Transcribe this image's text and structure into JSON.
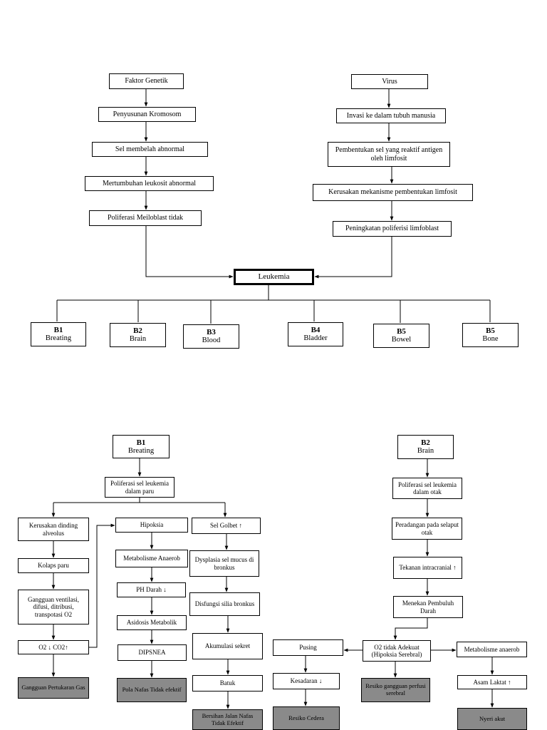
{
  "diagram": {
    "top": {
      "left_chain": [
        "Faktor Genetik",
        "Penyusunan Kromosom",
        "Sel membelah abnormal",
        "Mertumbuhan leukosit abnormal",
        "Poliferasi Meiloblast tidak"
      ],
      "right_chain": [
        "Virus",
        "Invasi ke dalam tubuh manusia",
        "Pembentukan sel yang reaktif antigen oleh limfosit",
        "Kerusakan mekanisme pembentukan limfosit",
        "Peningkatan poliferisi limfoblast"
      ],
      "center": "Leukemia",
      "branches": [
        {
          "code": "B1",
          "label": "Breating"
        },
        {
          "code": "B2",
          "label": "Brain"
        },
        {
          "code": "B3",
          "label": "Blood"
        },
        {
          "code": "B4",
          "label": "Bladder"
        },
        {
          "code": "B5",
          "label": "Bowel"
        },
        {
          "code": "B5",
          "label": "Bone"
        }
      ]
    },
    "b1": {
      "header": {
        "code": "B1",
        "label": "Breating"
      },
      "root": "Poliferasi sel leukemia dalam paru",
      "left_column": [
        "Kerusakan dinding alveolus",
        "Kolaps paru",
        "Gangguan ventilasi, difusi, ditribusi, transpotasi O2",
        "O2 ↓ CO2↑"
      ],
      "left_dx": "Gangguan Pertukaran Gas",
      "middle_column": [
        "Hipoksia",
        "Metabolisme Anaerob",
        "PH Darah ↓",
        "Asidosis Metabolik",
        "DIPSNEA"
      ],
      "middle_dx": "Pola Nafas Tidak efektif",
      "right_column": [
        "Sel Golbet ↑",
        "Dysplasia sel mucus di bronkus",
        "Disfungsi silia bronkus",
        "Akumulasi sekret",
        "Batuk"
      ],
      "right_dx": "Bersihan Jalan Nafas Tidak Efektif"
    },
    "b2": {
      "header": {
        "code": "B2",
        "label": "Brain"
      },
      "chain": [
        "Poliferasi sel leukemia dalam otak",
        "Peradangan pada selaput otak",
        "Tekanan intracranial ↑",
        "Menekan Pembuluh Darah",
        "O2 tidak Adekuat (Hipoksia Serebral)"
      ],
      "center_dx": "Resiko gangguan perfusi serebral",
      "left_chain": [
        "Pusing",
        "Kesadaran ↓"
      ],
      "left_dx": "Resiko Cedera",
      "right_chain": [
        "Metabolisme anaerob",
        "Asam Laktat ↑"
      ],
      "right_dx": "Nyeri akut"
    }
  }
}
